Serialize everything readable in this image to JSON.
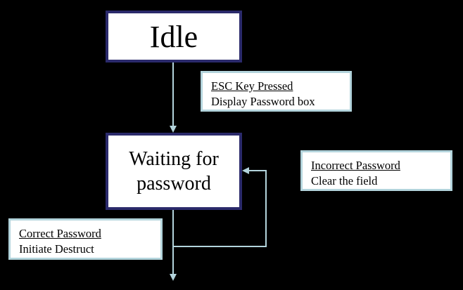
{
  "states": {
    "idle": "Idle",
    "waiting": "Waiting for password"
  },
  "transitions": {
    "esc": {
      "event": "ESC Key Pressed",
      "action": "Display Password box"
    },
    "incorrect": {
      "event": "Incorrect Password",
      "action": "Clear the field"
    },
    "correct": {
      "event": "Correct Password",
      "action": "Initiate Destruct"
    }
  },
  "colors": {
    "background": "#000000",
    "state_border": "#2b2a6b",
    "connector": "#b3d4dc"
  }
}
